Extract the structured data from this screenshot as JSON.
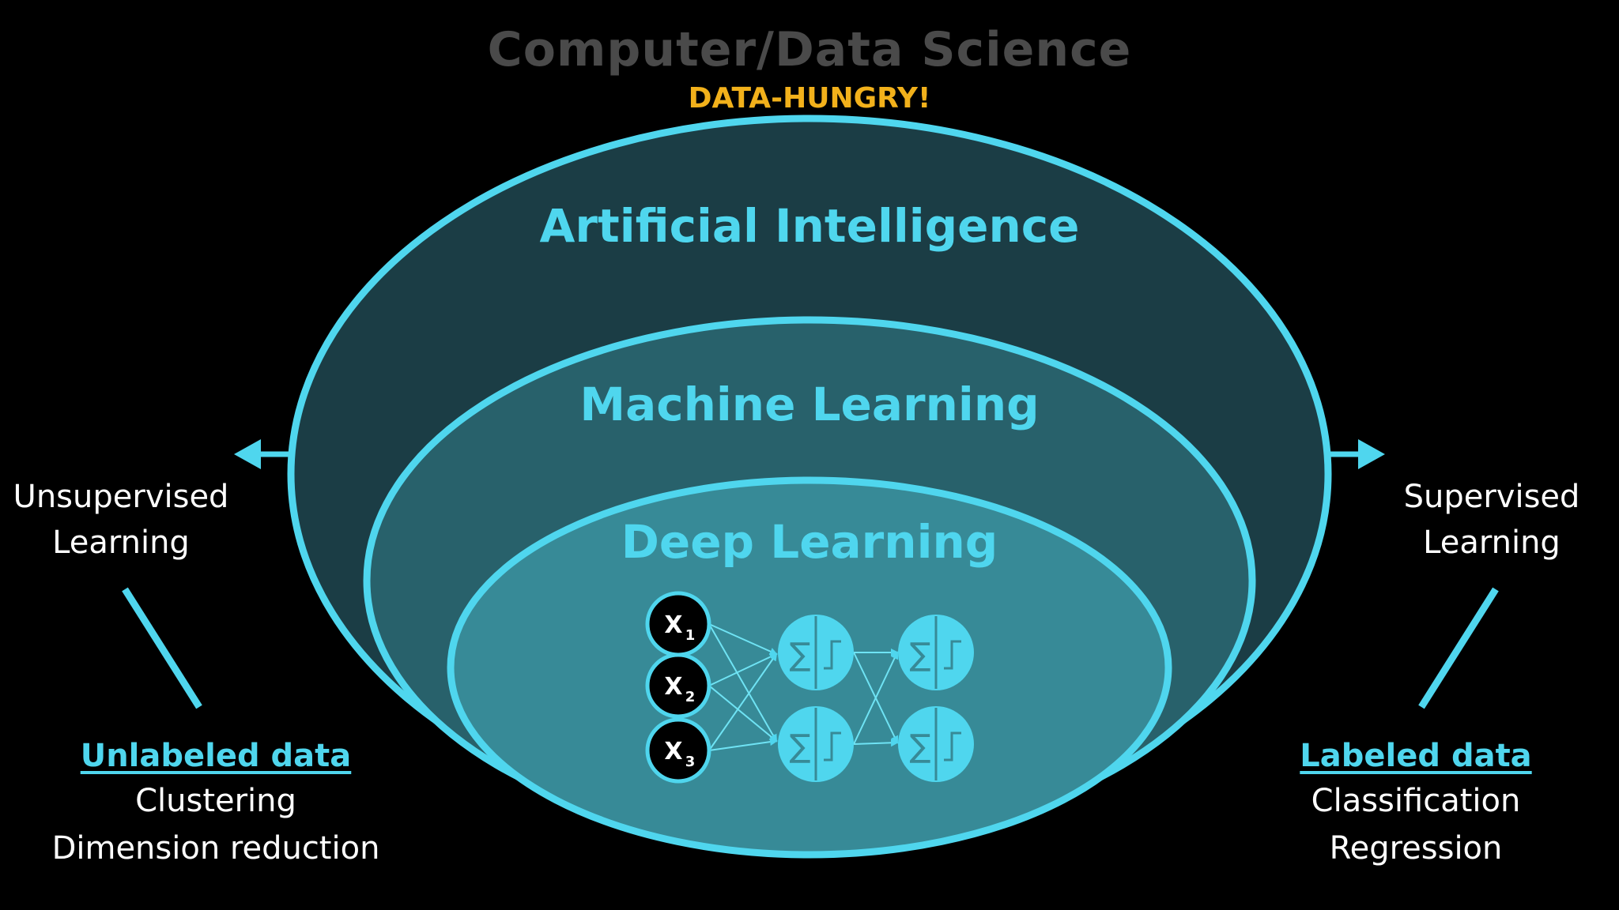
{
  "header": {
    "title": "Computer/Data Science",
    "subtitle": "DATA-HUNGRY!"
  },
  "rings": {
    "outer_label": "Artificial Intelligence",
    "middle_label": "Machine Learning",
    "inner_label": "Deep Learning"
  },
  "network": {
    "inputs": [
      {
        "base": "X",
        "sub": "1"
      },
      {
        "base": "X",
        "sub": "2"
      },
      {
        "base": "X",
        "sub": "3"
      }
    ],
    "neuron_symbol": "∑"
  },
  "left": {
    "title_line1": "Unsupervised",
    "title_line2": "Learning",
    "data_heading": "Unlabeled data",
    "items": [
      "Clustering",
      "Dimension reduction"
    ]
  },
  "right": {
    "title_line1": "Supervised",
    "title_line2": "Learning",
    "data_heading": "Labeled data",
    "items": [
      "Classification",
      "Regression"
    ]
  },
  "colors": {
    "background": "#000000",
    "accent": "#4fd6ee",
    "title_gray": "#4a4a4a",
    "hungry_yellow": "#f2b11b",
    "outer_fill": "#1b3d45",
    "middle_fill": "#28616b",
    "inner_fill": "#378a97",
    "white": "#ffffff"
  }
}
